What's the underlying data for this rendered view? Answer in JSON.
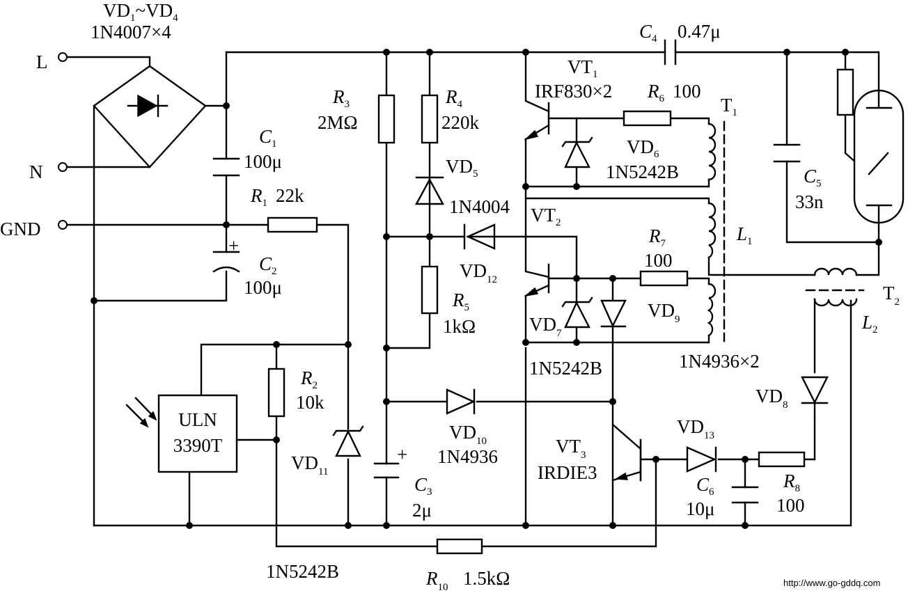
{
  "terminals": {
    "L": "L",
    "N": "N",
    "GND": "GND"
  },
  "bridge": {
    "name": "VD",
    "sub_a": "1",
    "range": "~VD",
    "sub_b": "4",
    "part": "1N4007×4"
  },
  "C1": {
    "name": "C",
    "sub": "1",
    "value": "100μ"
  },
  "C2": {
    "name": "C",
    "sub": "2",
    "value": "100μ",
    "polarity": "+"
  },
  "R1": {
    "name": "R",
    "sub": "1",
    "value": "22k"
  },
  "R2": {
    "name": "R",
    "sub": "2",
    "value": "10k"
  },
  "R3": {
    "name": "R",
    "sub": "3",
    "value": "2MΩ"
  },
  "R4": {
    "name": "R",
    "sub": "4",
    "value": "220k"
  },
  "R5": {
    "name": "R",
    "sub": "5",
    "value": "1kΩ"
  },
  "R6": {
    "name": "R",
    "sub": "6",
    "value": "100"
  },
  "R7": {
    "name": "R",
    "sub": "7",
    "value": "100"
  },
  "R8": {
    "name": "R",
    "sub": "8",
    "value": "100"
  },
  "R10": {
    "name": "R",
    "sub": "10",
    "value": "1.5kΩ"
  },
  "C3": {
    "name": "C",
    "sub": "3",
    "value": "2μ",
    "polarity": "+"
  },
  "C4": {
    "name": "C",
    "sub": "4",
    "value": "0.47μ"
  },
  "C5": {
    "name": "C",
    "sub": "5",
    "value": "33n"
  },
  "C6": {
    "name": "C",
    "sub": "6",
    "value": "10μ"
  },
  "VD5": {
    "name": "VD",
    "sub": "5",
    "part": "1N4004"
  },
  "VD6": {
    "name": "VD",
    "sub": "6",
    "part": "1N5242B"
  },
  "VD7": {
    "name": "VD",
    "sub": "7",
    "part": "1N5242B"
  },
  "VD8": {
    "name": "VD",
    "sub": "8"
  },
  "VD9": {
    "name": "VD",
    "sub": "9",
    "part": "1N4936×2"
  },
  "VD10": {
    "name": "VD",
    "sub": "10",
    "part": "1N4936"
  },
  "VD11": {
    "name": "VD",
    "sub": "11",
    "part": "1N5242B"
  },
  "VD12": {
    "name": "VD",
    "sub": "12"
  },
  "VD13": {
    "name": "VD",
    "sub": "13"
  },
  "VT1": {
    "name": "VT",
    "sub": "1",
    "part": "IRF830×2"
  },
  "VT2": {
    "name": "VT",
    "sub": "2"
  },
  "VT3": {
    "name": "VT",
    "sub": "3",
    "part": "IRDIE3"
  },
  "T1": {
    "name": "T",
    "sub": "1"
  },
  "T2": {
    "name": "T",
    "sub": "2"
  },
  "L1": {
    "name": "L",
    "sub": "1"
  },
  "L2": {
    "name": "L",
    "sub": "2"
  },
  "ic": {
    "line1": "ULN",
    "line2": "3390T"
  },
  "watermark": "http://www.go-gddq.com"
}
